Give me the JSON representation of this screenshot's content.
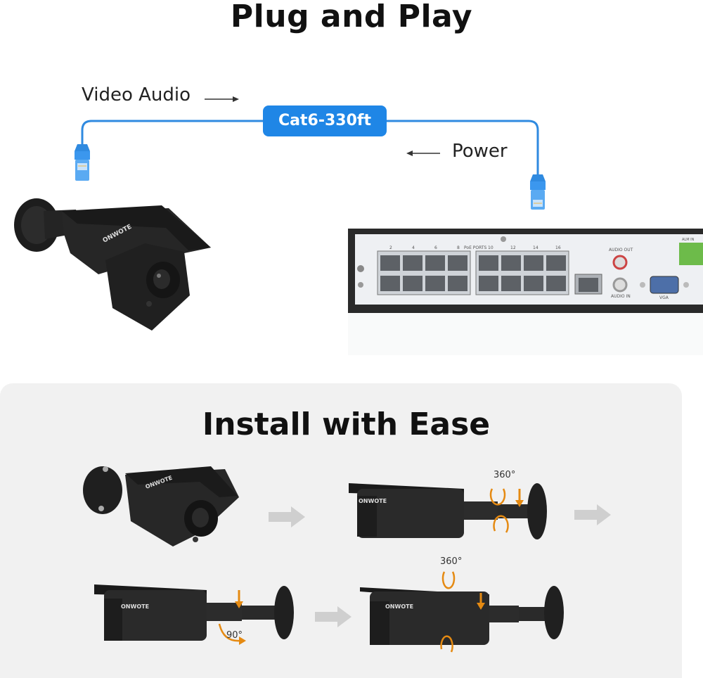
{
  "top": {
    "title": "Plug and Play",
    "video_audio_label": "Video Audio",
    "power_label": "Power",
    "cable_label": "Cat6-330ft"
  },
  "camera": {
    "brand": "ONWOTE"
  },
  "nvr": {
    "poe_ports_label": "PoE PORTS",
    "port_numbers": [
      "2",
      "4",
      "6",
      "8",
      "10",
      "12",
      "14",
      "16"
    ],
    "audio_out_label": "AUDIO OUT",
    "audio_in_label": "AUDIO IN",
    "vga_label": "VGA",
    "alarm_label": "ALM IN"
  },
  "bottom": {
    "title": "Install with Ease",
    "rotation_360_a": "360°",
    "rotation_360_b": "360°",
    "rotation_90": "90°"
  },
  "colors": {
    "cable_blue": "#2f8ae0",
    "pill_blue": "#1f86e6",
    "camera_black": "#222222",
    "rotation_orange": "#e58a12",
    "arrow_gray": "#cfcfcf",
    "panel_gray": "#f1f1f1"
  }
}
